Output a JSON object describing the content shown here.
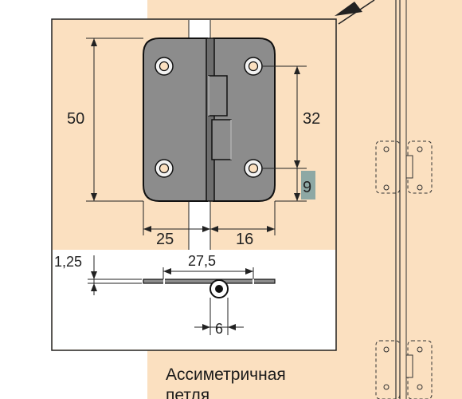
{
  "dimensions": {
    "height_total": "50",
    "hole_spacing": "32",
    "hole_edge_offset": "9",
    "width_left": "25",
    "width_right": "16",
    "overall_width": "27,5",
    "thickness": "1,25",
    "knuckle_diameter": "6"
  },
  "caption": {
    "line1": "Ассиметричная",
    "line2": "петля"
  },
  "colors": {
    "panel": "#fbe0c0",
    "hinge": "#8c8c8c",
    "highlight_box": "#8ea8a4",
    "outline": "#222222"
  }
}
